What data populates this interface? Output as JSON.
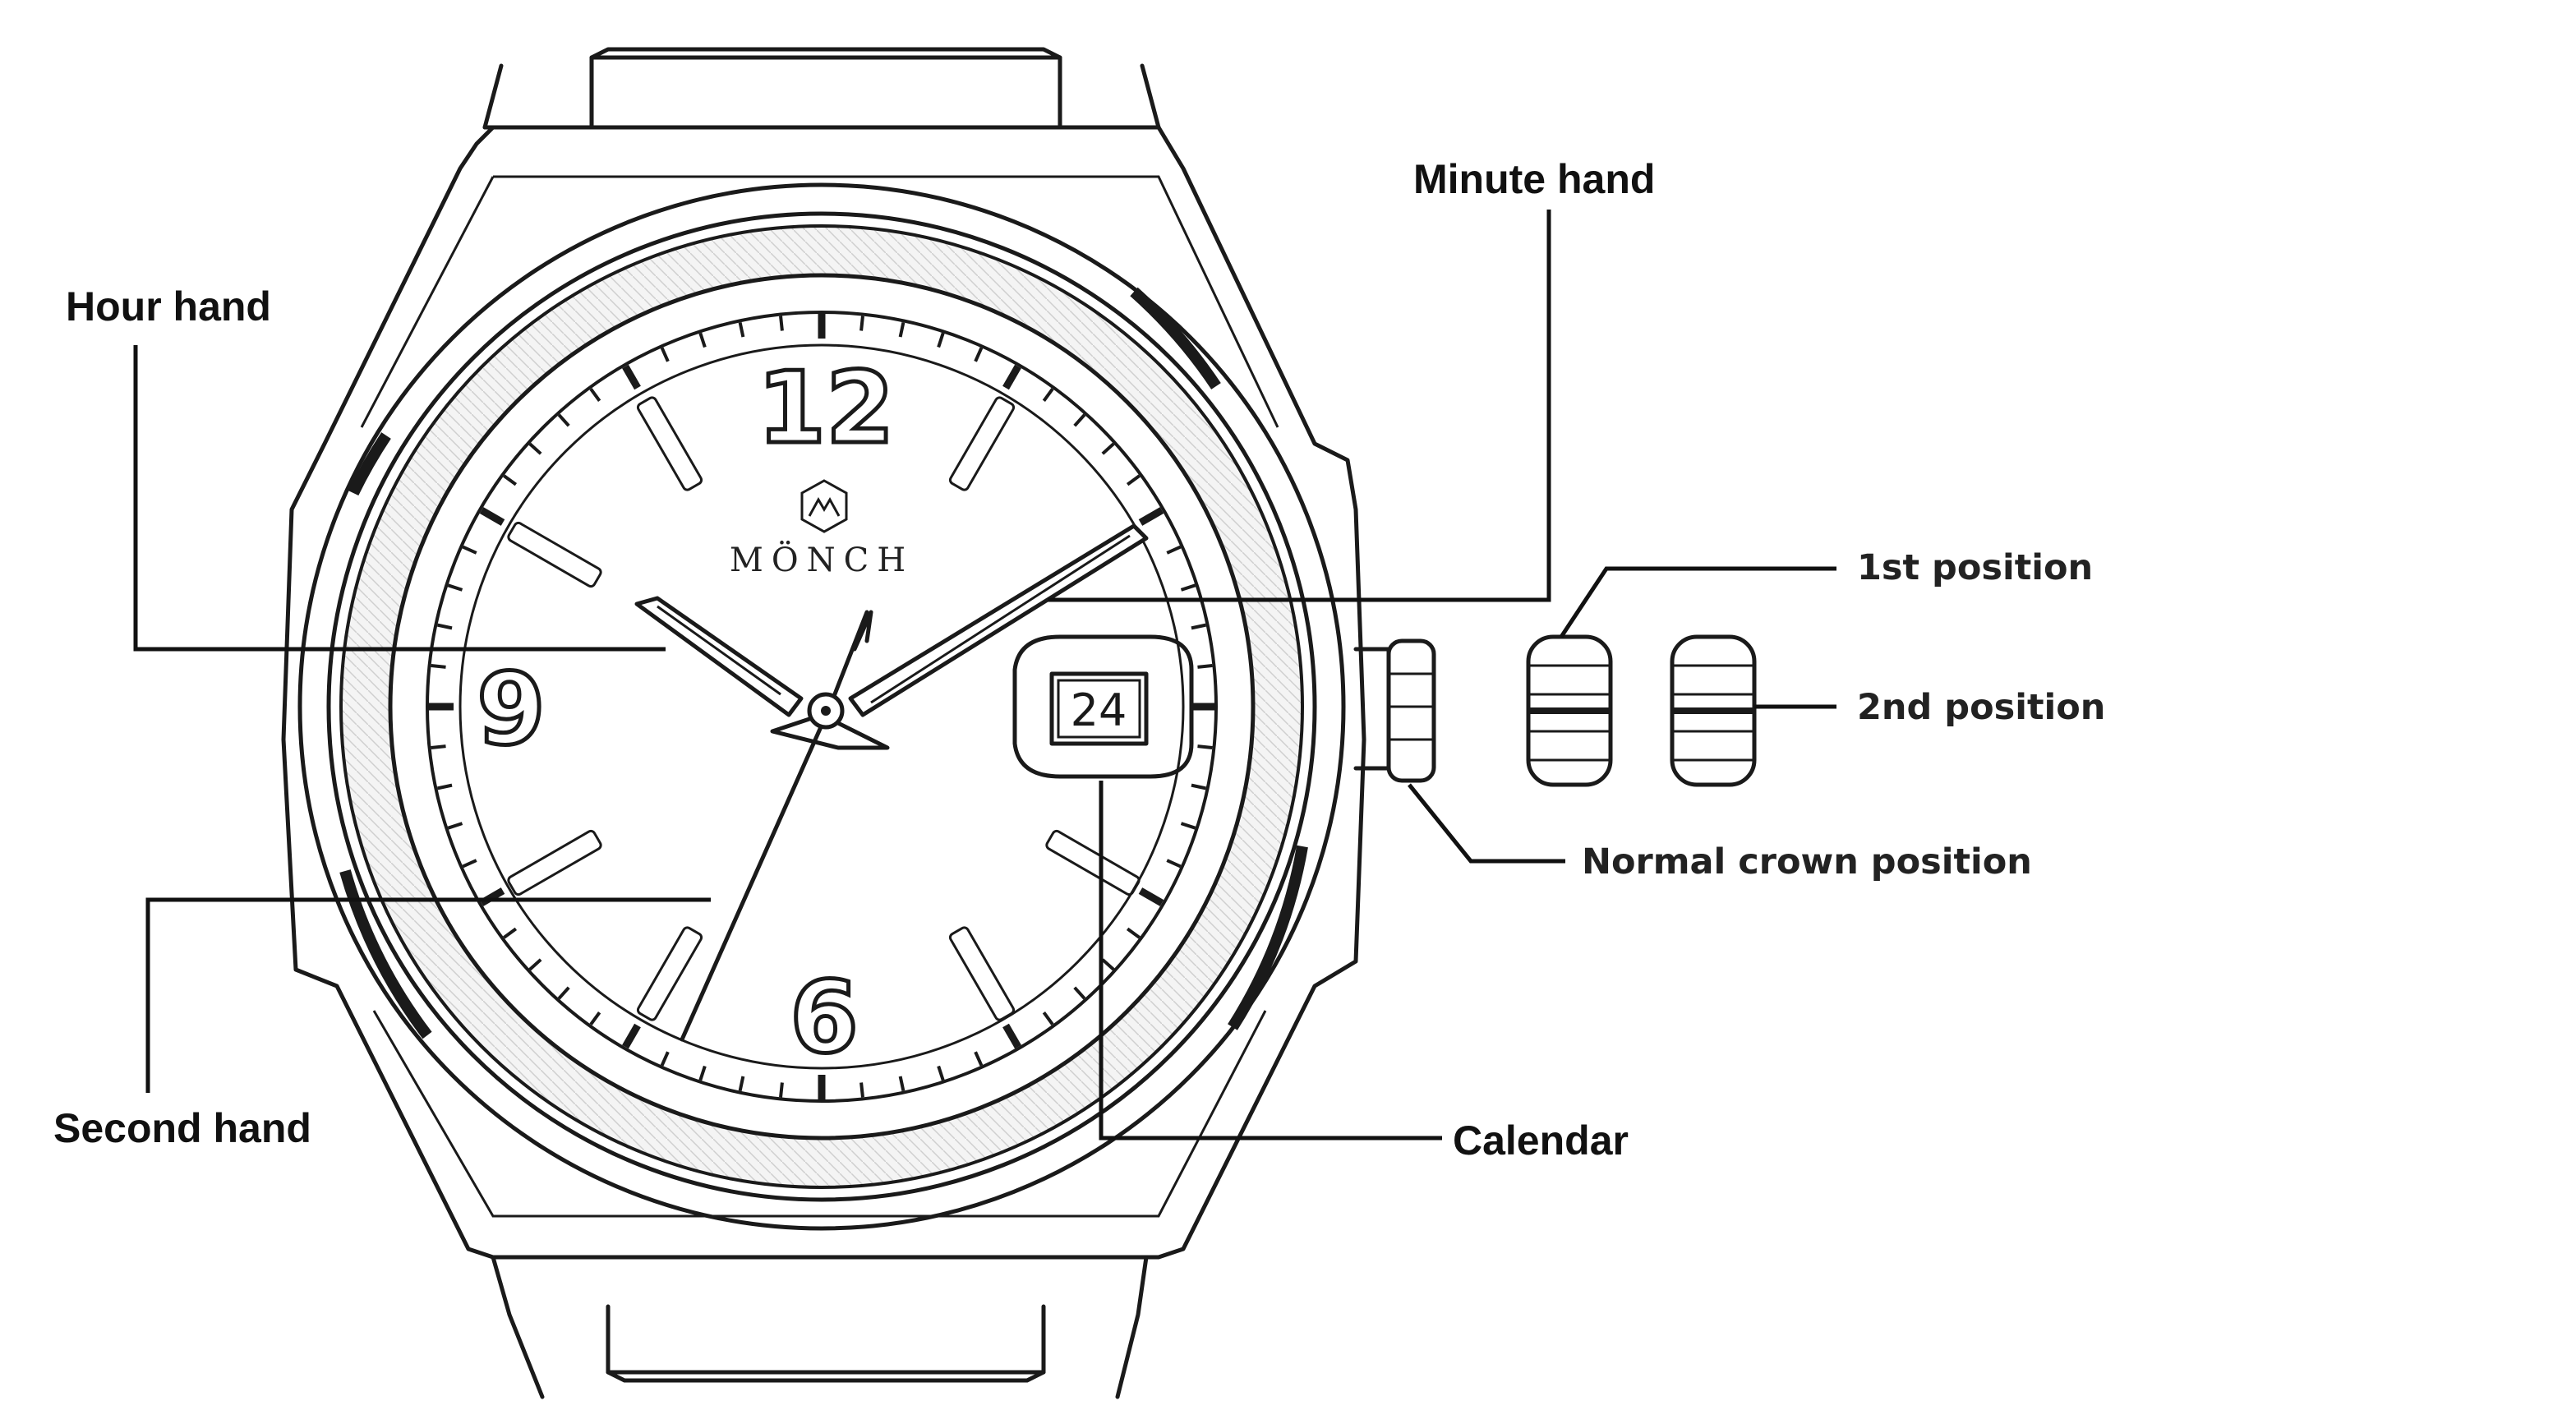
{
  "brand": {
    "name": "MÖNCH"
  },
  "dial": {
    "numerals": [
      "12",
      "9",
      "6"
    ],
    "date": "24"
  },
  "labels": {
    "minute_hand": "Minute hand",
    "hour_hand": "Hour hand",
    "second_hand": "Second hand",
    "calendar": "Calendar",
    "first_position": "1st position",
    "second_position": "2nd position",
    "normal_crown_position": "Normal crown position"
  },
  "colors": {
    "ink": "#1a1a1a",
    "paper": "#ffffff"
  }
}
